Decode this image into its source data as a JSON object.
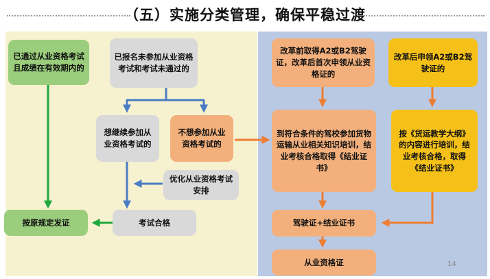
{
  "title": "（五）实施分类管理，确保平稳过渡",
  "page_number": "14",
  "boxes": {
    "passed": "已通过从业资格考试且成绩在有效期内的",
    "registered_not_taken": "已报名未参加从业资格考试和考试未通过的",
    "want_exam": "想继续参加从业资格考试的",
    "not_want_exam": "不想参加从业资格考试的",
    "optimize": "优化从业资格考试安排",
    "exam_pass": "考试合格",
    "issue_original": "按原规定发证",
    "before_reform": "改革前取得A2或B2驾驶证，改革后首次申领从业资格证的",
    "after_reform": "改革后申领A2或B2驾驶证的",
    "training_school": "到符合条件的驾校参加货物运输从业相关知识培训，结业考核合格取得《结业证书》",
    "outline_training": "按《货运教学大纲》的内容进行培训，结业考核合格，取得《结业证书》",
    "license_plus_cert": "驾驶证+结业证书",
    "qualification_cert": "从业资格证"
  },
  "colors": {
    "green_box": "#9acd7c",
    "grey_box": "#d9d9d9",
    "orange_box": "#f3b07c",
    "yellow_box": "#f5c118",
    "green_arrow": "#1fa83c",
    "blue_arrow": "#4a7cc4",
    "orange_arrow": "#ed7d31",
    "left_panel": "#f6f1cf",
    "right_panel": "#b9c9e3"
  }
}
